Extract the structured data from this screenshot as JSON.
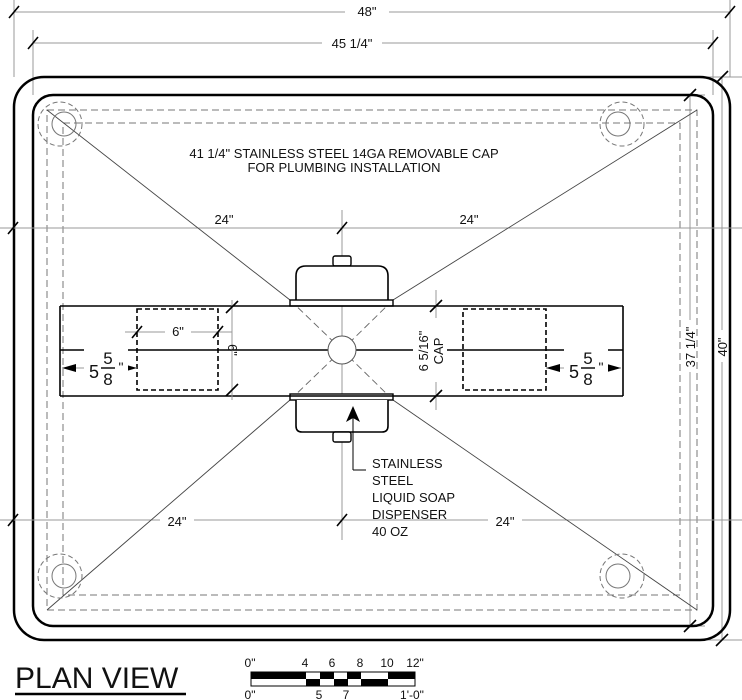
{
  "title": "PLAN VIEW",
  "dimensions": {
    "overall_width": "48\"",
    "inner_width": "45 1/4\"",
    "overall_depth": "40\"",
    "inner_depth": "37 1/4\"",
    "diag_top_left": "24\"",
    "diag_top_right": "24\"",
    "diag_bottom_left": "24\"",
    "diag_bottom_right": "24\"",
    "sink_width": "6\"",
    "sink_depth": "6\"",
    "edge_left_whole": "5",
    "edge_left_num": "5",
    "edge_left_den": "8",
    "edge_right_whole": "5",
    "edge_right_num": "5",
    "edge_right_den": "8",
    "inch_mark": "\"",
    "cap_width": "6 5/16\"",
    "cap_label": "CAP"
  },
  "notes": {
    "cap_line1": "41 1/4\" STAINLESS STEEL 14GA REMOVABLE CAP",
    "cap_line2": "FOR PLUMBING INSTALLATION",
    "soap_lines": [
      "STAINLESS",
      "STEEL",
      "LIQUID SOAP",
      "DISPENSER",
      "40 OZ"
    ]
  },
  "scale_bar": {
    "top_labels": [
      "0\"",
      "4",
      "6",
      "8",
      "10",
      "12\""
    ],
    "bottom_labels": [
      "0\"",
      "5",
      "7",
      "1'-0\""
    ]
  }
}
